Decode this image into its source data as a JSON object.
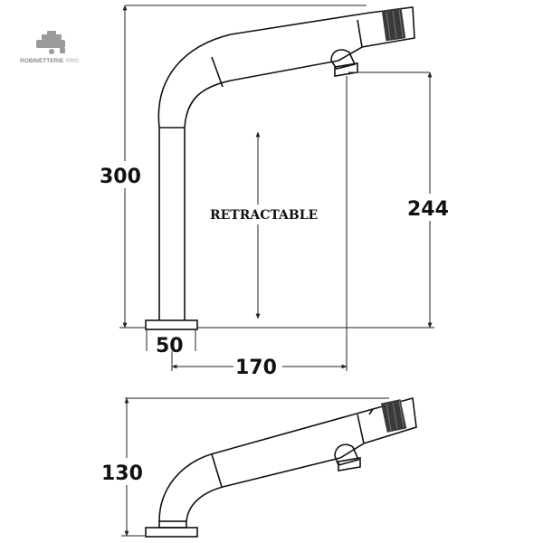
{
  "logo": {
    "name": "ROBINETTERIE",
    "suffix": "PRO"
  },
  "top_view": {
    "height_total": "300",
    "height_outlet": "244",
    "base_width": "50",
    "reach": "170",
    "note": "RETRACTABLE"
  },
  "bottom_view": {
    "height_total": "130"
  },
  "colors": {
    "line": "#111111",
    "dimension": "#222222",
    "knurl": "#3a3a3a"
  }
}
